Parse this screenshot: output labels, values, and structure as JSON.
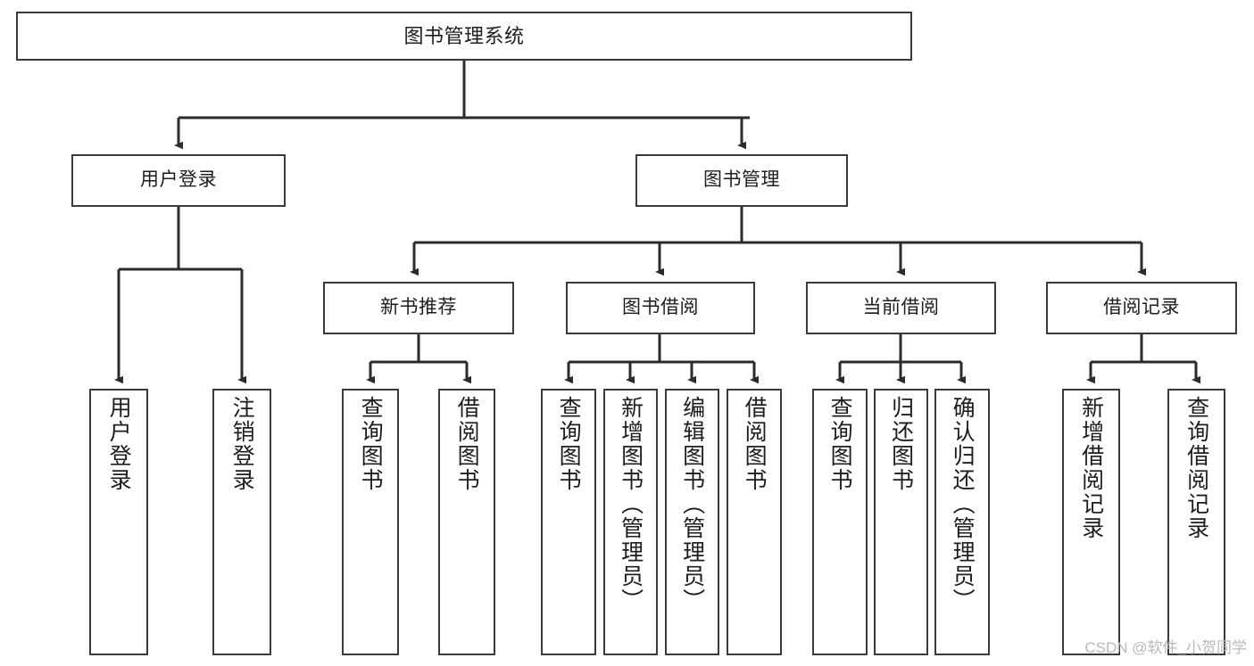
{
  "diagram": {
    "type": "tree",
    "title": "图书管理系统",
    "orientation": "top-down",
    "colors": {
      "background": "#ffffff",
      "box_border": "#3a3a3a",
      "box_fill": "#ffffff",
      "edge": "#2b2b2b",
      "text": "#1d1d1d",
      "watermark": "#b9b9b9"
    }
  },
  "watermark": {
    "text": "CSDN @软件_小贺同学"
  },
  "nodes": {
    "root": {
      "label": "图书管理系统"
    },
    "level1": [
      {
        "label": "用户登录"
      },
      {
        "label": "图书管理"
      }
    ],
    "level2": [
      {
        "label": "新书推荐"
      },
      {
        "label": "图书借阅"
      },
      {
        "label": "当前借阅"
      },
      {
        "label": "借阅记录"
      }
    ],
    "leaves": {
      "user_login": [
        {
          "label": "用户登录"
        },
        {
          "label": "注销登录"
        }
      ],
      "new_book_recommend": [
        {
          "label": "查询图书"
        },
        {
          "label": "借阅图书"
        }
      ],
      "book_borrow": [
        {
          "label": "查询图书"
        },
        {
          "label": "新增图书（管理员）"
        },
        {
          "label": "编辑图书（管理员）"
        },
        {
          "label": "借阅图书"
        }
      ],
      "current_borrow": [
        {
          "label": "查询图书"
        },
        {
          "label": "归还图书"
        },
        {
          "label": "确认归还（管理员）"
        }
      ],
      "borrow_record": [
        {
          "label": "新增借阅记录"
        },
        {
          "label": "查询借阅记录"
        }
      ]
    }
  }
}
